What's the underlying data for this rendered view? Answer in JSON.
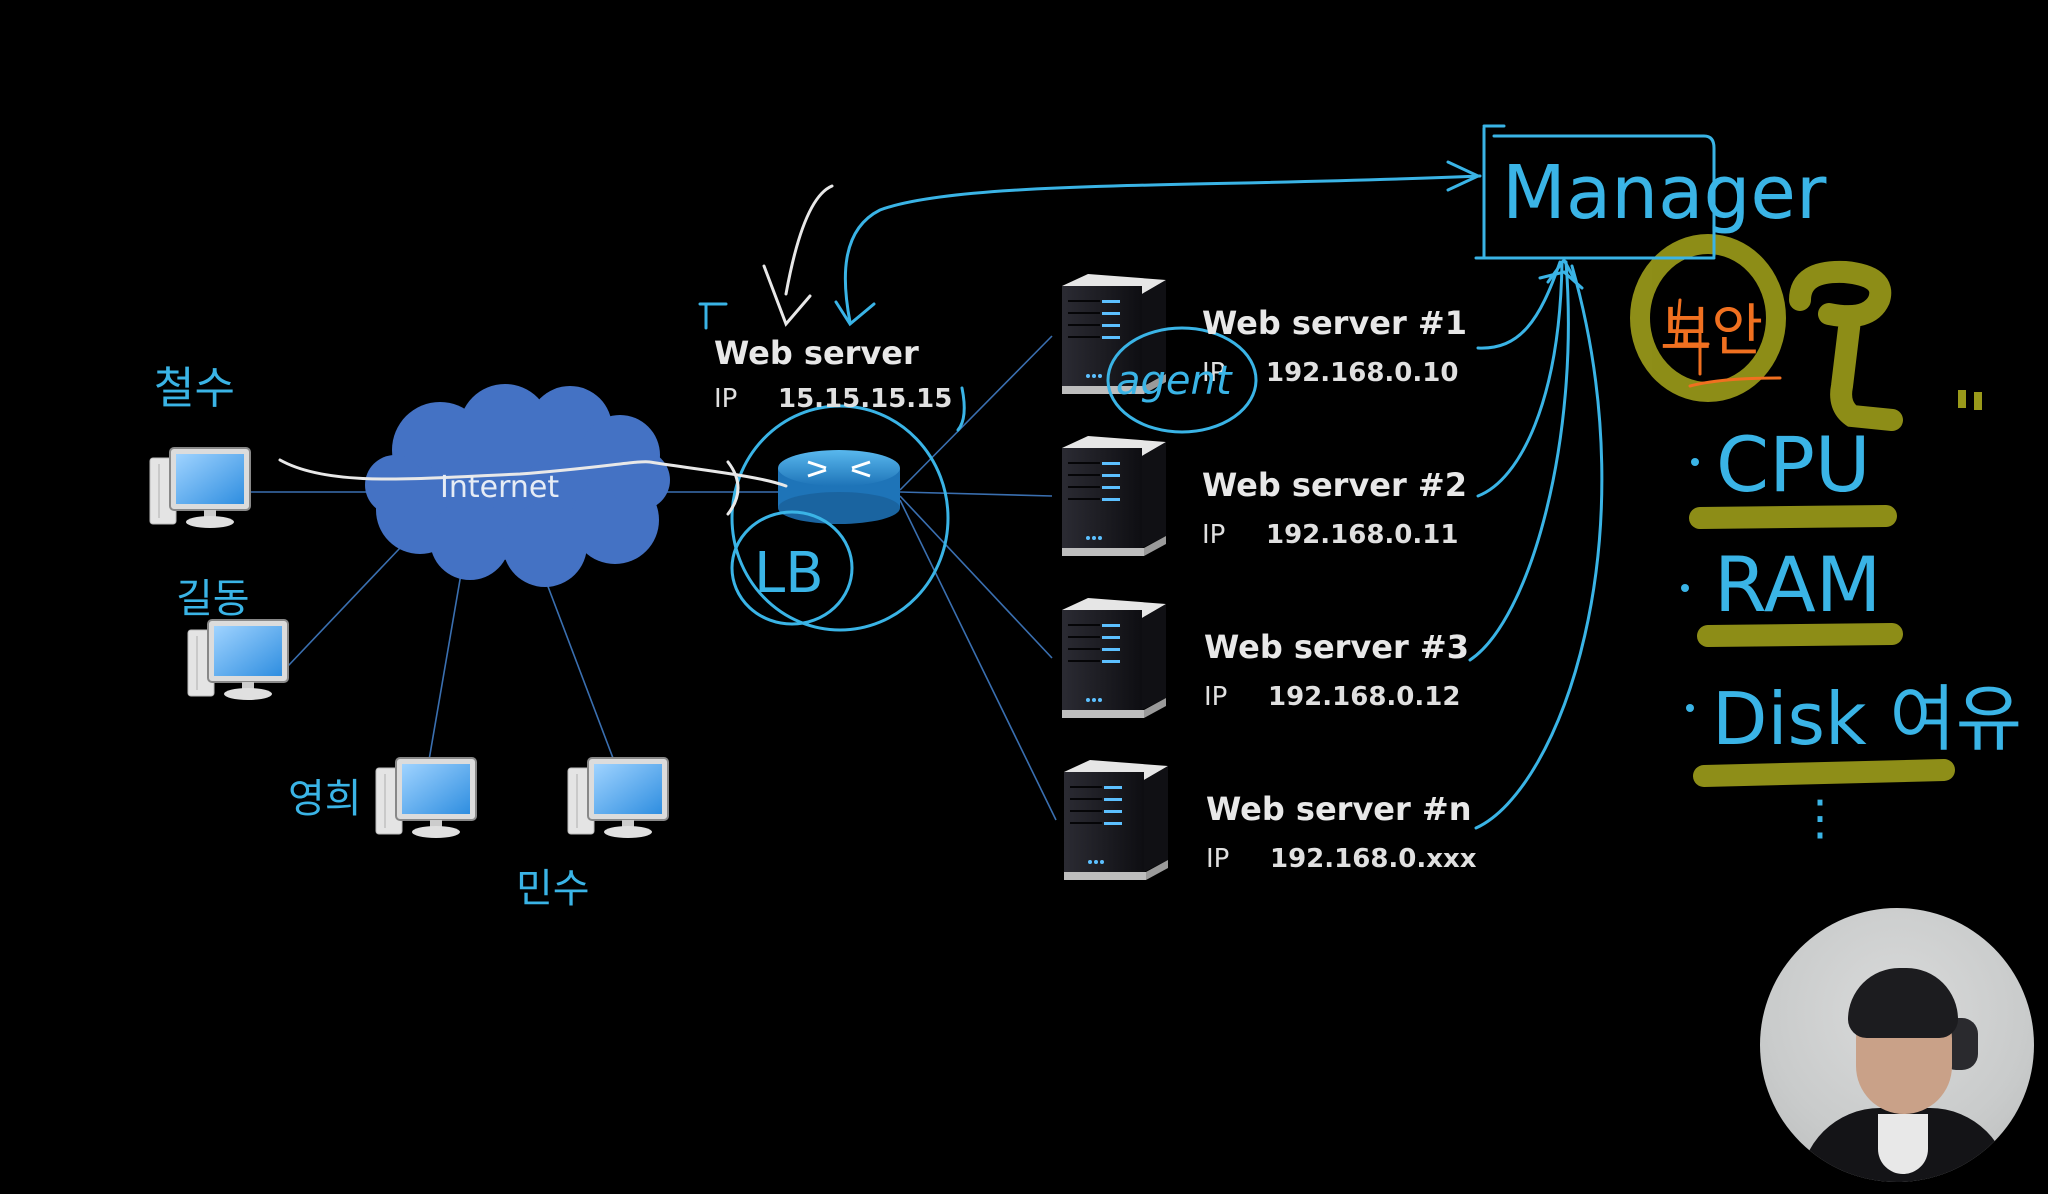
{
  "diagram": {
    "cloud_label": "Internet",
    "gateway": {
      "title": "Web server",
      "ip_key": "IP",
      "ip": "15.15.15.15",
      "router_annotation": "LB"
    },
    "servers": [
      {
        "title": "Web server #1",
        "ip_key": "IP",
        "ip": "192.168.0.10",
        "annotation": "agent"
      },
      {
        "title": "Web server #2",
        "ip_key": "IP",
        "ip": "192.168.0.11"
      },
      {
        "title": "Web server #3",
        "ip_key": "IP",
        "ip": "192.168.0.12"
      },
      {
        "title": "Web server #n",
        "ip_key": "IP",
        "ip": "192.168.0.xxx"
      }
    ],
    "clients": [
      {
        "annotation": "철수"
      },
      {
        "annotation": "길동"
      },
      {
        "annotation": "영희"
      },
      {
        "annotation": "민수"
      }
    ],
    "manager": {
      "label": "Manager",
      "circled_note": "보안",
      "metrics": [
        "CPU",
        "RAM",
        "Disk 여유"
      ],
      "ellipsis": "⋮"
    }
  },
  "colors": {
    "background": "#000000",
    "ink_blue": "#3ab4e6",
    "ink_white": "#e8e8e8",
    "highlighter": "#9a9a1a",
    "ink_orange": "#f07020",
    "cloud": "#4472c4",
    "link_line": "#3a6fb0"
  },
  "webcam": {
    "description": "presenter video overlay"
  }
}
